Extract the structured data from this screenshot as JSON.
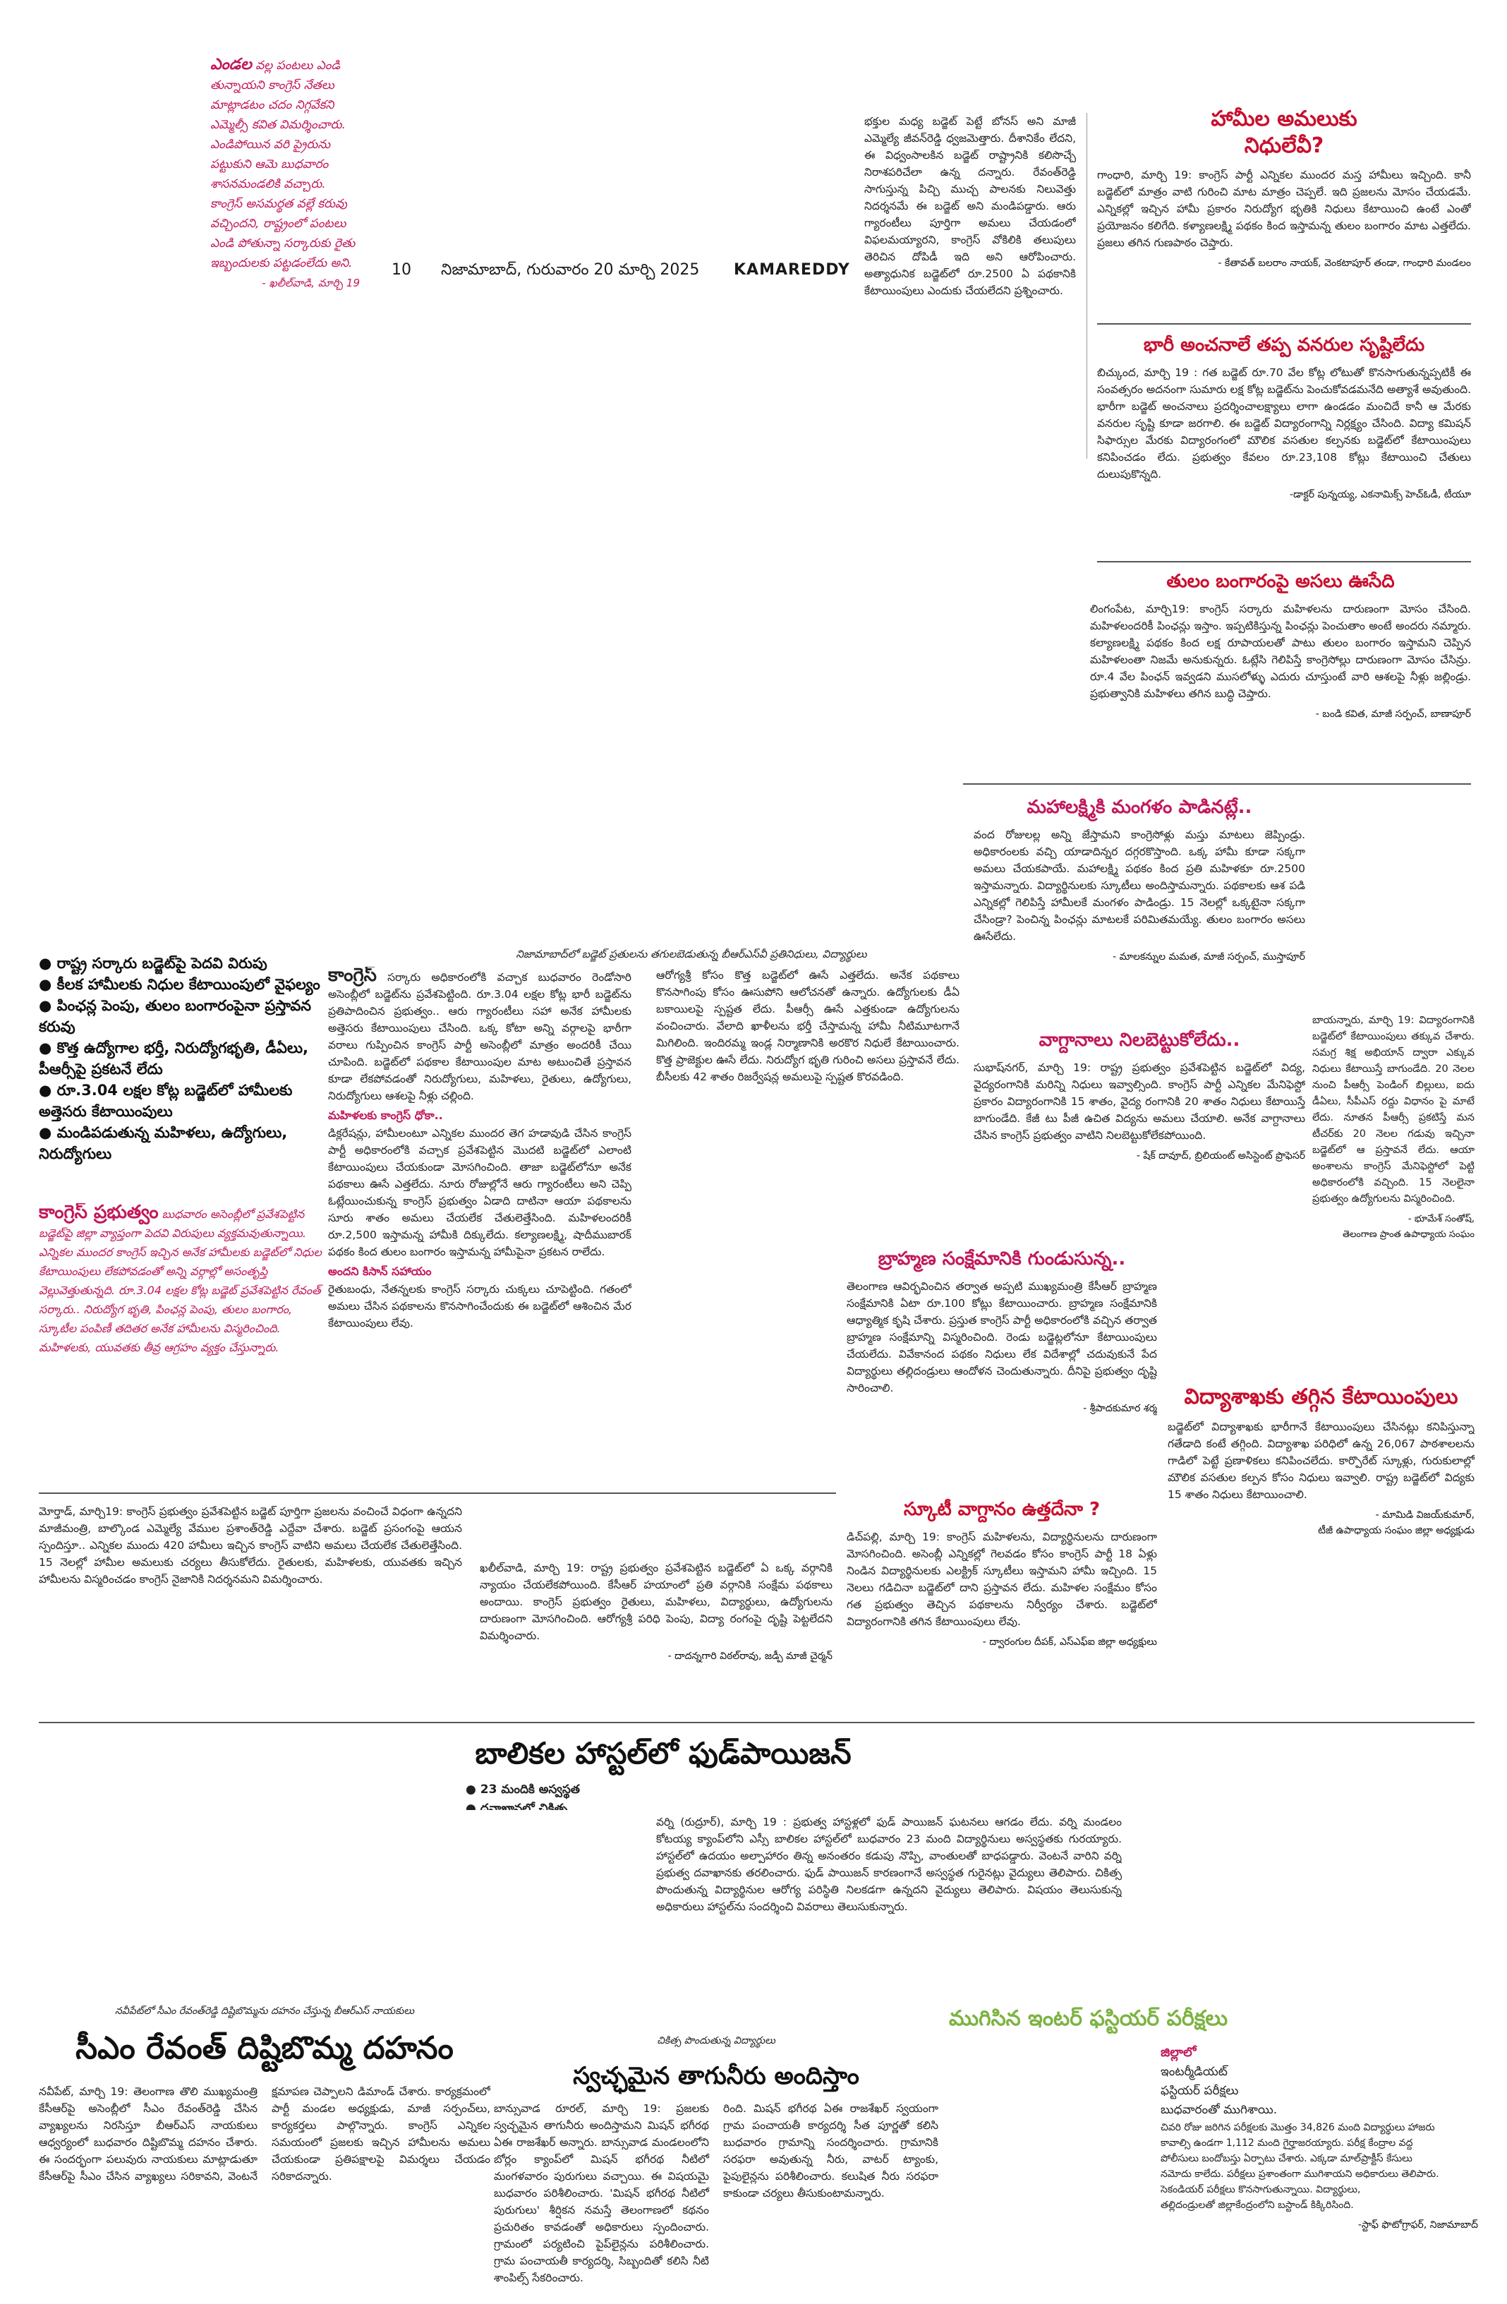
{
  "header": {
    "page_no": "10",
    "dateline": "నిజామాబాద్, గురువారం 20 మార్చి 2025",
    "district": "KAMAREDDY"
  },
  "sidebar_quote": {
    "lead": "ఎండల",
    "text": "వల్ల పంటలు ఎండి తున్నాయని కాంగ్రెస్ నేతలు మాట్లాడటం చదం నిగ్గవేకని ఎమ్మెల్సీ కవిత విమర్శించారు. ఎండిపోయిన వరి ప్రైరును పట్టుకుని ఆమె బుధవారం శాసనమండలికి వచ్చారు. కాంగ్రెస్ అసమర్థత వల్లే కరువు వచ్చిందని, రాష్ట్రంలో పంటలు ఎండి పోతున్నా సర్కారుకు రైతు ఇబ్బందులకు పట్టడంలేదు అని.",
    "byline": "- ఖలీల్‌వాడి, మార్చి 19"
  },
  "top_left_col": {
    "text": "భక్తుల మధ్య బడ్జెట్ పెట్టే బోనస్ అని మాజీ ఎమ్మెల్యే జీవన్‌రెడ్డి ధ్వజమెత్తారు. దీశానికేం లేదని, ఈ విధ్వంసాలకిన బడ్జెట్ రాష్ట్రానికి కలిసొచ్చే నిరాశపరిచేలా ఉన్న దన్నారు. రేవంత్‌రెడ్డి సాగుస్తున్న పిచ్చి ముచ్చ పాలనకు నిలువెత్తు నిదర్శనమే ఈ బడ్జెట్ అని మండిపడ్డారు. ఆరు గ్యారంటీలు పూర్తిగా అమలు చేయడంలో విఫలమయ్యారని, కాంగ్రెస్ వోకిలికి తలుపులు తెరిచిన దోపిడీ ఇది అని ఆరోపించారు. అత్యాధునిక బడ్జెట్‌లో రూ.2500 ఏ పథకానికి కేటాయింపులు ఎందుకు చేయలేదని ప్రశ్నించారు."
  },
  "top_right": {
    "headline": "హామీల అమలుకు నిధులేవీ?",
    "text": "గాంధారి, మార్చి 19: కాంగ్రెస్ పార్టీ ఎన్నికల ముందర మస్త హామీలు ఇచ్చింది. కానీ బడ్జెట్‌లో మాత్రం వాటి గురించి మాట మాత్రం చెప్పలే. ఇది ప్రజలను మోసం చేయడమే. ఎన్నికల్లో ఇచ్చిన హామీ ప్రకారం నిరుద్యోగ భృతికి నిధులు కేటాయించి ఉంటే ఎంతో ప్రయోజనం కలిగేది. కళ్యాణలక్ష్మి పథకం కింద ఇస్తామన్న తులం బంగారం మాట ఎత్తలేదు. ప్రజలు తగిన గుణపాఠం చెప్తారు.",
    "byline": "- కేతావత్ బలరాం నాయక్, వెంకటాపూర్ తండా, గాంధారి మండలం"
  },
  "article_jobs": {
    "headline": "భారీ అంచనాలే తప్ప వనరుల సృష్టిలేదు",
    "text": "బిచ్కుంద, మార్చి 19 : గత బడ్జెట్ రూ.70 వేల కోట్ల లోటుతో కొనసాగుతున్నప్పటికీ ఈ సంవత్సరం అదనంగా సుమారు లక్ష కోట్ల బడ్జెట్‌ను పెంచుకోవడమనేది అత్యాశే అవుతుంది. భారీగా బడ్జెట్ అంచనాలు ప్రదర్శించాలక్ష్యాలు లాగా ఉండడం మంచిదే కానీ ఆ మేరకు వనరుల సృష్టి కూడా జరగాలి. ఈ బడ్జెట్ విద్యారంగాన్ని నిర్లక్ష్యం చేసింది. విద్యా కమిషన్ సిఫార్సుల మేరకు విద్యారంగంలో మౌలిక వసతుల కల్పనకు బడ్జెట్‌లో కేటాయింపులు కనిపించడం లేదు. ప్రభుత్వం కేవలం రూ.23,108 కోట్లు కేటాయించి చేతులు దులుపుకొన్నది.",
    "byline": "-డాక్టర్ పున్నయ్య, ఎకనామిక్స్ హెచ్‌ఓడీ, టీయూ"
  },
  "article_gold": {
    "headline": "తులం బంగారంపై అసలు ఊసేది",
    "text": "లింగంపేట, మార్చి19: కాంగ్రెస్ సర్కారు మహిళలను దారుణంగా మోసం చేసింది. మహిళలందరికీ పింఛన్లు ఇస్తాం. ఇప్పటికిస్తున్న పింఛన్లు పెంచుతాం అంటే అందరు నమ్మారు. కల్యాణలక్ష్మి పథకం కింద లక్ష రూపాయలతో పాటు తులం బంగారం ఇస్తామని చెప్పిన మహిళలంతా నిజమే అనుకున్నరు. ఓట్లేసి గెలిపిస్తే కాంగ్రెసోల్లు దారుణంగా మోసం చేసిన్రు. రూ.4 వేల పింఛన్ ఇవ్వడని ముసలోళ్ళు ఎదురు చూస్తుంటే వారి ఆశలపై నీళ్లు జల్లిండ్రు. ప్రభుత్వానికి మహిళలు తగిన బుద్ధి చెప్తారు.",
    "byline": "- బండి కవిత, మాజీ సర్పంచ్, బాణాపూర్"
  },
  "article_mahalakshmi": {
    "headline": "మహాలక్ష్మికి మంగళం పాడినట్లే..",
    "text": "వంద రోజులల్ల అన్ని జేస్తామని కాంగ్రెసోళ్లు మస్తు మాటలు జెప్పిండ్రు. అధికారంలకు వచ్చి యాడాదిన్నర దగ్గరకొస్తాంది. ఒక్క హామీ కూడా సక్కగా అమలు చేయకపాయే. మహాలక్ష్మి పథకం కింద ప్రతి మహిళకూ రూ.2500 ఇస్తామన్నారు. విద్యార్థినులకు స్కూటీలు అందిస్తామన్నారు. పథకాలకు ఆశ పడి ఎన్నికల్లో గెలిపిస్తే హామీలకే మంగళం పాడిండ్రు. 15 నెలల్లో ఒక్కటైనా సక్కగా చేసిండ్రా? పెంచిన్న పింఛన్లు మాటలకే పరిమితమయ్యే. తులం బంగారం అసలు ఊసేలేదు.",
    "byline": "- మాలకన్నుల మమత, మాజీ సర్పంచ్, ముస్తాపూర్"
  },
  "mid_caption": "నిజామాబాద్‌లో బడ్జెట్ ప్రతులను తగులబెడుతున్న బీఆర్‌ఎస్‌వీ ప్రతినిధులు, విద్యార్థులు",
  "bullets": [
    "రాష్ట్ర సర్కారు బడ్జెట్‌పై పెదవి విరుపు",
    "కీలక హామీలకు నిధుల కేటాయింపులో వైఫల్యం",
    "పింఛన్ల పెంపు, తులం బంగారంపైనా ప్రస్తావన కరువు",
    "కొత్త ఉద్యోగాల భర్తీ, నిరుద్యోగభృతి, డీఏలు, పీఆర్సీపై ప్రకటనే లేదు",
    "రూ.3.04 లక్షల కోట్ల బడ్జెట్‌లో హామీలకు అత్తెసరు కేటాయింపులు",
    "మండిపడుతున్న మహిళలు, ఉద్యోగులు, నిరుద్యోగులు"
  ],
  "congress_lead": {
    "label": "కాంగ్రెస్ ప్రభుత్వం",
    "text": "బుధవారం అసెంబ్లీలో ప్రవేశపెట్టిన బడ్జెట్‌పై జిల్లా వ్యాప్తంగా పెదవి విరుపులు వ్యక్తమవుతున్నాయి. ఎన్నికల ముందర కాంగ్రెస్ ఇచ్చిన అనేక హామీలకు బడ్జెట్‌లో నిధుల కేటాయింపులు లేకపోవడంతో అన్ని వర్గాల్లో అసంతృప్తి వెల్లువెత్తుతున్నది. రూ.3.04 లక్షల కోట్ల బడ్జెట్ ప్రవేశపెట్టిన రేవంత్ సర్కారు.. నిరుద్యోగ భృతి, పింఛన్ల పెంపు, తులం బంగారం, స్కూటీల పంపిణీ తదితర అనేక హామీలను విస్మరించింది. మహిళలకు, యువతకు తీవ్ర ఆగ్రహం వ్యక్తం చేస్తున్నారు."
  },
  "main_article": {
    "lead": "కాంగ్రెస్",
    "text": "సర్కారు అధికారంలోకి వచ్చాక బుధవారం రెండోసారి అసెంబ్లీలో బడ్జెట్‌ను ప్రవేశపెట్టింది. రూ.3.04 లక్షల కోట్ల భారీ బడ్జెట్‌ను ప్రతిపాదించిన ప్రభుత్వం.. ఆరు గ్యారంటీలు సహా అనేక హామీలకు అత్తెసరు కేటాయింపులు చేసింది. ఒక్క కోటా అన్ని వర్గాలపై భారీగా వరాలు గుప్పించిన కాంగ్రెస్ పార్టీ అసెంబ్లీలో మాత్రం అందరికీ చేయి చూపింది. బడ్జెట్‌లో పథకాల కేటాయింపుల మాట అటుంచితే ప్రస్తావన కూడా లేకపోవడంతో నిరుద్యోగులు, మహిళలు, రైతులు, ఉద్యోగులు, నిరుద్యోగులు ఆశలపై నీళ్లు చల్లింది.",
    "sub1": "మహిళలకు కాంగ్రెస్ ధోకా..",
    "text2": "డిక్లరేషన్లు, హామీలంటూ ఎన్నికల ముందర తెగ హడావుడి చేసిన కాంగ్రెస్ పార్టీ అధికారంలోకి వచ్చాక ప్రవేశపెట్టిన మొదటి బడ్జెట్‌లో ఎలాంటి కేటాయింపులు చేయకుండా మోసగించింది. తాజా బడ్జెట్‌లోనూ అనేక పథకాలు ఊసే ఎత్తలేదు. నూరు రోజుల్లోనే ఆరు గ్యారంటీలు అని చెప్పి ఓట్లేయించుకున్న కాంగ్రెస్ ప్రభుత్వం ఏడాది దాటినా ఆయా పథకాలను సూరు శాతం అమలు చేయలేక చేతులెత్తేసింది. మహిళలందరికీ రూ.2,500 ఇస్తామన్న హామీకి దిక్కులేదు. కల్యాణలక్ష్మి, షాదీముబారక్ పథకం కింద తులం బంగారం ఇస్తామన్న హామీపైనా ప్రకటన రాలేదు.",
    "sub2": "అందని కిసాన్ సహాయం",
    "text3": "రైతుబంధు, నేతన్నలకు కాంగ్రెస్ సర్కారు చుక్కలు చూపెట్టింది. గతంలో అమలు చేసిన పథకాలను కొనసాగించేందుకు ఈ బడ్జెట్‌లో ఆశించిన మేర కేటాయింపులు లేవు."
  },
  "article_bjp": {
    "text": "ఆరోగ్యశ్రీ కోసం కొత్త బడ్జెట్‌లో ఊసే ఎత్తలేదు. అనేక పథకాలు కొనసాగింపు కోసం ఊసుపోని ఆలోచనతో ఉన్నారు. ఉద్యోగులకు డీఏ బకాయిలపై స్పష్టత లేదు. పీఆర్సీ ఊసే ఎత్తకుండా ఉద్యోగులను వంచించారు. వేలాది ఖాళీలను భర్తీ చేస్తామన్న హామీ నీటిమూటగానే మిగిలింది. ఇందిరమ్మ ఇండ్ల నిర్మాణానికి అరకొర నిధులే కేటాయించారు. కొత్త ప్రాజెక్టుల ఊసే లేదు. నిరుద్యోగ భృతి గురించి అసలు ప్రస్తావనే లేదు. బీసీలకు 42 శాతం రిజర్వేషన్ల అమలుపై స్పష్టత కొరవడింది."
  },
  "article_vehicles": {
    "headline": "వాగ్దానాలు నిలబెట్టుకోలేదు..",
    "text": "సుభాష్‌నగర్, మార్చి 19: రాష్ట్ర ప్రభుత్వం ప్రవేశపెట్టిన బడ్జెట్‌లో విద్య, వైద్యరంగానికి మరిన్ని నిధులు ఇవ్వాల్సింది. కాంగ్రెస్ పార్టీ ఎన్నికల మేనిఫెస్టో ప్రకారం విద్యారంగానికి 15 శాతం, వైద్య రంగానికి 20 శాతం నిధులు కేటాయిస్తే బాగుండేది. కేజీ టు పీజీ ఉచిత విద్యను అమలు చేయాలి. అనేక వాగ్దానాలు చేసిన కాంగ్రెస్ ప్రభుత్వం వాటిని నిలబెట్టుకోలేకపోయింది.",
    "byline": "- షేక్ దావూద్, బ్రిలియంట్ అసిస్టెంట్ ప్రొఫెసర్"
  },
  "article_far_right": {
    "text": "బాయన్నారు, మార్చి 19: విద్యారంగానికి బడ్జెట్‌లో కేటాయింపులు తక్కువ చేశారు. సమగ్ర శిక్ష అభియాన్ ద్వారా ఎక్కువ నిధులు కేటాయిస్తే బాగుండేది. 20 నెలల నుంచి పీఆర్సీ పెండింగ్ బిల్లులు, ఐదు డీఏలు, సీపీఎస్ రద్దు విధానం పై మాటే లేదు. నూతన పీఆర్సీ ప్రకటిస్తే మన టీచర్‌కు 20 నెలల గడువు ఇచ్చినా బడ్జెట్‌లో ఆ ప్రస్తావనే లేదు. ఆయా అంశాలను కాంగ్రెస్ మేనిఫెస్టోలో పెట్టి అధికారంలోకి వచ్చింది. 15 నెలలైనా ప్రభుత్వం ఉద్యోగులను విస్మరించింది.",
    "byline1": "- భూమేశ్ సంతోష్,",
    "byline2": "తెలంగాణ ప్రాంత ఉపాధ్యాయ సంఘం"
  },
  "article_brahmin": {
    "headline": "బ్రాహ్మణ సంక్షేమానికి గుండుసున్న..",
    "text": "తెలంగాణ ఆవిర్భవించిన తర్వాత అప్పటి ముఖ్యమంత్రి కేసీఆర్ బ్రాహ్మణ సంక్షేమానికి ఏటా రూ.100 కోట్లు కేటాయించారు. బ్రాహ్మణ సంక్షేమానికి ఆధ్యాత్మిక కృషి చేశారు. ప్రస్తుత కాంగ్రెస్ పార్టీ అధికారంలోకి వచ్చిన తర్వాత బ్రాహ్మణ సంక్షేమాన్ని విస్మరించింది. రెండు బడ్జెట్లలోనూ కేటాయింపులు చేయలేదు. వివేకానంద పథకం నిధులు లేక విదేశాల్లో చదువుకునే పేద విద్యార్థులు తల్లిదండ్రులు ఆందోళన చెందుతున్నారు. దీనిపై ప్రభుత్వం దృష్టి సారించాలి.",
    "byline": "- శ్రీపాదకుమార శర్మ"
  },
  "article_scooty": {
    "headline": "స్కూటీ వాగ్దానం ఉత్తదేనా ?",
    "text": "డిచ్‌పల్లి, మార్చి 19: కాంగ్రెస్ మహిళలను, విద్యార్థినులను దారుణంగా మోసగించింది. అసెంబ్లీ ఎన్నికల్లో గెలవడం కోసం కాంగ్రెస్ పార్టీ 18 ఏళ్లు నిండిన విద్యార్థినులకు ఎలక్ట్రిక్ స్కూటీలు ఇస్తామని హామీ ఇచ్చింది. 15 నెలలు గడిచినా బడ్జెట్‌లో దాని ప్రస్తావన లేదు. మహిళల సంక్షేమం కోసం గత ప్రభుత్వం తెచ్చిన పథకాలను నిర్వీర్యం చేశారు. బడ్జెట్‌లో విద్యారంగానికి తగిన కేటాయింపులు లేవు.",
    "byline": "- ద్వారంగుల దీపక్, ఎస్‌ఎఫ్‌ఐ జిల్లా అధ్యక్షులు"
  },
  "article_education": {
    "headline": "విద్యాశాఖకు తగ్గిన కేటాయింపులు",
    "text": "బడ్జెట్‌లో విద్యాశాఖకు భారీగానే కేటాయింపులు చేసినట్లు కనిపిస్తున్నా గతేడాది కంటే తగ్గింది. విద్యాశాఖ పరిధిలో ఉన్న 26,067 పాఠశాలలను గాడిలో పెట్టే ప్రణాళికలు కనిపించలేదు. కార్పొరేట్ స్కూళ్లు, గురుకులాల్లో మౌలిక వసతుల కల్పన కోసం నిధులు ఇవ్వాలి. రాష్ట్ర బడ్జెట్‌లో విద్యకు 15 శాతం నిధులు కేటాయించాలి.",
    "byline1": "- మామిడి విజయ్‌కుమార్,",
    "byline2": "టీజీ ఉపాధ్యాయ సంఘం జిల్లా అధ్యక్షుడు"
  },
  "article_morthad": {
    "text": "మోర్తాడ్, మార్చి19: కాంగ్రెస్ ప్రభుత్వం ప్రవేశపెట్టిన బడ్జెట్ పూర్తిగా ప్రజలను వంచించే విధంగా ఉన్నదని మాజీమంత్రి, బాల్కొండ ఎమ్మెల్యే వేముల ప్రశాంత్‌రెడ్డి ఎద్దేవా చేశారు. బడ్జెట్ ప్రసంగంపై ఆయన స్పందిస్తూ.. ఎన్నికల ముందు 420 హామీలు ఇచ్చిన కాంగ్రెస్ వాటిని అమలు చేయలేక చేతులెత్తేసింది. 15 నెలల్లో హామీల అమలుకు చర్యలు తీసుకోలేదు. రైతులకు, మహిళలకు, యువతకు ఇచ్చిన హామీలను విస్మరించడం కాంగ్రెస్ నైజానికి నిదర్శనమని విమర్శించారు."
  },
  "article_khaleel": {
    "text": "ఖలీల్‌వాడి, మార్చి 19: రాష్ట్ర ప్రభుత్వం ప్రవేశపెట్టిన బడ్జెట్‌లో ఏ ఒక్క వర్గానికి న్యాయం చేయలేకపోయింది. కేసీఆర్ హయాంలో ప్రతి వర్గానికి సంక్షేమ పథకాలు అందాయి. కాంగ్రెస్ ప్రభుత్వం రైతులు, మహిళలు, విద్యార్థులు, ఉద్యోగులను దారుణంగా మోసగించింది. ఆరోగ్యశ్రీ పరిధి పెంపు, విద్యా రంగంపై దృష్టి పెట్టలేదని విమర్శించారు.",
    "byline": "- దాదన్నగారి విఠల్‌రావు, జడ్పీ మాజీ చైర్మన్"
  },
  "food_poison": {
    "headline": "బాలికల హాస్టల్‌లో ఫుడ్‌పాయిజన్",
    "bullets": [
      "23 మందికి అస్వస్థత",
      "దవాఖానలో చికిత్స"
    ],
    "text": "వర్ని (రుద్రూర్), మార్చి 19 : ప్రభుత్వ హాస్టళ్లలో ఫుడ్ పాయిజన్ ఘటనలు ఆగడం లేదు. వర్ని మండలం కోటయ్య క్యాంప్‌లోని ఎస్సీ బాలికల హాస్టల్‌లో బుధవారం 23 మంది విద్యార్థినులు అస్వస్థతకు గురయ్యారు. హాస్టల్‌లో ఉదయం అల్పాహారం తిన్న అనంతరం కడుపు నొప్పి, వాంతులతో బాధపడ్డారు. వెంటనే వారిని వర్ని ప్రభుత్వ దవాఖానకు తరలించారు. ఫుడ్ పాయిజన్ కారణంగానే అస్వస్థత గురైనట్లు వైద్యులు తెలిపారు. చికిత్స పొందుతున్న విద్యార్థినుల ఆరోగ్య పరిస్థితి నిలకడగా ఉన్నదని వైద్యులు తెలిపారు. విషయం తెలుసుకున్న అధికారులు హాస్టల్‌ను సందర్శించి వివరాలు తెలుసుకున్నారు."
  },
  "effigy": {
    "strap": "నవీపేట్‌లో సీఎం రేవంత్‌రెడ్డి దిష్టిబొమ్మను దహనం చేస్తున్న బీఆర్‌ఎస్ నాయకులు",
    "headline": "సీఎం రేవంత్ దిష్టిబొమ్మ దహనం",
    "text": "నవీపేట్, మార్చి 19: తెలంగాణ తొలి ముఖ్యమంత్రి కేసీఆర్‌పై అసెంబ్లీలో సీఎం రేవంత్‌రెడ్డి చేసిన వ్యాఖ్యలను నిరసిస్తూ బీఆర్‌ఎస్ నాయకులు ఆధ్వర్యంలో బుధవారం దిష్టిబొమ్మ దహనం చేశారు. ఈ సందర్భంగా పలువురు నాయకులు మాట్లాడుతూ కేసీఆర్‌పై సీఎం చేసిన వ్యాఖ్యలు సరికావని, వెంటనే క్షమాపణ చెప్పాలని డిమాండ్ చేశారు. కార్యక్రమంలో పార్టీ మండల అధ్యక్షుడు, మాజీ సర్పంచ్‌లు, కార్యకర్తలు పాల్గొన్నారు. కాంగ్రెస్ ఎన్నికల సమయంలో ప్రజలకు ఇచ్చిన హామీలను అమలు చేయకుండా ప్రతిపక్షాలపై విమర్శలు చేయడం సరికాదన్నారు."
  },
  "water": {
    "caption": "చికిత్స పొందుతున్న విద్యార్థులు",
    "headline": "స్వచ్ఛమైన తాగునీరు అందిస్తాం",
    "text": "బాన్సువాడ రూరల్, మార్చి 19: ప్రజలకు స్వచ్ఛమైన తాగునీరు అందిస్తామని మిషన్ భగీరథ ఏఈ రాజశేఖర్ అన్నారు. బాన్సువాడ మండలంలోని బోర్లం క్యాంప్‌లో మిషన్ భగీరథ నీటిలో మంగళవారం పురుగులు వచ్చాయి. ఈ విషయమై బుధవారం పరిశీలించారు. 'మిషన్ భగీరథ నీటిలో పురుగులు' శీర్షికన నమస్తే తెలంగాణలో కథనం ప్రచురితం కావడంతో అధికారులు స్పందించారు. గ్రామంలో పర్యటించి పైప్‌లైన్లను పరిశీలించారు. గ్రామ పంచాయతీ కార్యదర్శి, సిబ్బందితో కలిసి నీటి శాంపిల్స్ సేకరించారు.",
    "text2": "రింది. మిషన్ భగీరథ ఏఈ రాజశేఖర్ స్వయంగా గ్రామ పంచాయతీ కార్యదర్శి సీత పూర్ణతో కలిసి బుధవారం గ్రామాన్ని సందర్శించారు. గ్రామానికి సరఫరా అవుతున్న నీరు, వాటర్ ట్యాంకు, పైపులైన్లను పరిశీలించారు. కలుషిత నీరు సరఫరా కాకుండా చర్యలు తీసుకుంటామన్నారు."
  },
  "exams": {
    "headline": "ముగిసిన ఇంటర్ ఫస్టియర్ పరీక్షలు",
    "sub": "జిల్లాలో",
    "items": [
      "ఇంటర్మీడియట్",
      "ఫస్టియర్ పరీక్షలు",
      "బుధవారంతో ముగిశాయి.",
      "చివరి రోజు జరిగిన పరీక్షలకు మొత్తం 34,826 మంది విద్యార్థులు హాజరు",
      "కావాల్సి ఉండగా 1,112 మంది గైర్హాజరయ్యారు. పరీక్ష కేంద్రాల వద్ద",
      "పోలీసులు బందోబస్తు ఏర్పాటు చేశారు. ఎక్కడా మాల్‌ప్రాక్టీస్ కేసులు",
      "నమోదు కాలేదు. పరీక్షలు ప్రశాంతంగా ముగిశాయని అధికారులు తెలిపారు.",
      "సెకండియర్ పరీక్షలు కొనసాగుతున్నాయి. విద్యార్థులు,",
      "తల్లిదండ్రులతో జిల్లాకేంద్రంలోని బస్టాండ్ కిక్కిరిసింది."
    ],
    "byline": "-స్టాఫ్ ఫొటోగ్రాఫర్, నిజామాబాద్"
  }
}
